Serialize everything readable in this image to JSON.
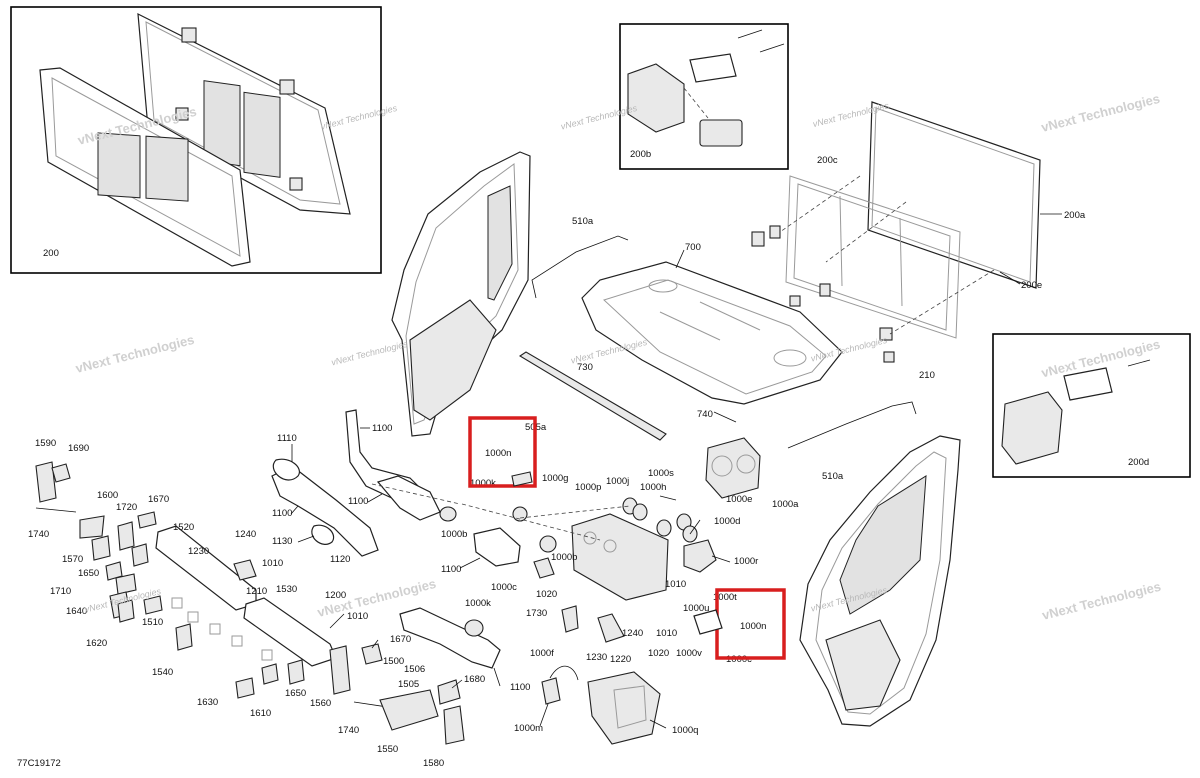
{
  "diagram_code": "77C19172",
  "watermark": {
    "line1": "vNext Technologies",
    "line2": "vNext Technologies"
  },
  "colors": {
    "highlight": "#d81e1e",
    "line": "#222222",
    "watermark": "#bdbdbd"
  },
  "callouts": {
    "p200": "200",
    "p200b": "200b",
    "p200c": "200c",
    "p200a": "200a",
    "p200e": "200e",
    "p200d": "200d",
    "p210": "210",
    "p510a": "510a",
    "p700": "700",
    "p730": "730",
    "p740": "740",
    "p505a": "505a",
    "p1100a": "1100",
    "p1100b": "1100",
    "p1100c": "1100",
    "p1100d": "1100",
    "p1100e": "1100",
    "p1110": "1110",
    "p1120": "1120",
    "p1130": "1130",
    "p1000n_a": "1000n",
    "p1000n_b": "1000n",
    "p1000k_a": "1000k",
    "p1000k_b": "1000k",
    "p1000g": "1000g",
    "p1000p": "1000p",
    "p1000j": "1000j",
    "p1000s": "1000s",
    "p1000h": "1000h",
    "p1000e": "1000e",
    "p1000a": "1000a",
    "p1000d": "1000d",
    "p1000r": "1000r",
    "p1000b": "1000b",
    "p1000c_a": "1000c",
    "p1000c_b": "1000c",
    "p1000u": "1000u",
    "p1000t": "1000t",
    "p1000v": "1000v",
    "p1000f": "1000f",
    "p1000m": "1000m",
    "p1000q": "1000q",
    "p1010a": "1010",
    "p1010b": "1010",
    "p1010c": "1010",
    "p1010d": "1010",
    "p1020a": "1020",
    "p1020b": "1020",
    "p1200": "1200",
    "p1210": "1210",
    "p1220": "1220",
    "p1230a": "1230",
    "p1230b": "1230",
    "p1240a": "1240",
    "p1240b": "1240",
    "p1500": "1500",
    "p1505": "1505",
    "p1506": "1506",
    "p1510": "1510",
    "p1520": "1520",
    "p1530": "1530",
    "p1540": "1540",
    "p1550": "1550",
    "p1560": "1560",
    "p1570": "1570",
    "p1580": "1580",
    "p1590": "1590",
    "p1600": "1600",
    "p1610": "1610",
    "p1620": "1620",
    "p1630": "1630",
    "p1640": "1640",
    "p1650a": "1650",
    "p1650b": "1650",
    "p1670a": "1670",
    "p1670b": "1670",
    "p1680": "1680",
    "p1690": "1690",
    "p1710": "1710",
    "p1720": "1720",
    "p1730": "1730",
    "p1740a": "1740",
    "p1740b": "1740"
  }
}
